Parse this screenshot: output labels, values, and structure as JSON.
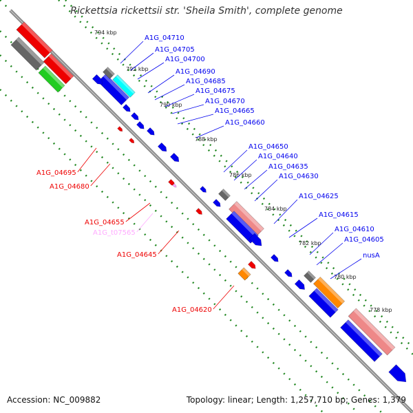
{
  "title": "Rickettsia rickettsii str. 'Sheila Smith', complete genome",
  "footer": {
    "accession": "Accession: NC_009882",
    "summary": "Topology: linear; Length: 1,257,710 bp; Genes: 1,379"
  },
  "colors": {
    "backbone": "#8c8c8c",
    "forward_gene": "#0000ee",
    "reverse_gene": "#ee0000",
    "pseudo_gene": "#ffaaff",
    "trna": "#ff8800",
    "cds_forward": "#0000ee",
    "cds_reverse": "#ee0000",
    "rna": "#ee8888",
    "misc": "#666666",
    "cyan": "#00ffff",
    "green": "#22cc22",
    "ticks": "#228822"
  },
  "scale_ticks": [
    "794 kbp",
    "792 kbp",
    "790 kbp",
    "788 kbp",
    "786 kbp",
    "784 kbp",
    "782 kbp",
    "780 kbp",
    "778 kbp"
  ],
  "forward_labels": [
    "A1G_04710",
    "A1G_04705",
    "A1G_04700",
    "A1G_04690",
    "A1G_04685",
    "A1G_04675",
    "A1G_04670",
    "A1G_04665",
    "A1G_04660",
    "A1G_04650",
    "A1G_04640",
    "A1G_04635",
    "A1G_04630",
    "A1G_04625",
    "A1G_04615",
    "A1G_04610",
    "A1G_04605",
    "nusA"
  ],
  "reverse_labels": [
    "A1G_04695",
    "A1G_04680",
    "A1G_04655",
    "A1G_t07565",
    "A1G_04645",
    "A1G_04620"
  ]
}
